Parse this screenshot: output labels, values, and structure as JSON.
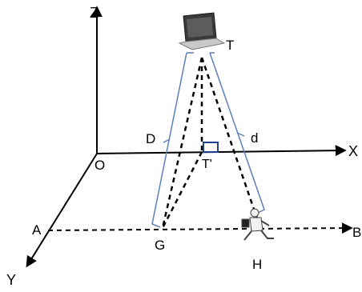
{
  "labels": {
    "z": "Z",
    "x": "X",
    "y": "Y",
    "o": "O",
    "t": "T",
    "t_prime": "T'",
    "d_upper": "D",
    "d_lower": "d",
    "a": "A",
    "g": "G",
    "h": "H",
    "b": "B"
  },
  "colors": {
    "axis": "#000000",
    "brace": "#5b7fb8",
    "right_angle_marker": "#1f3f8f",
    "laptop_screen": "#3a3a3a",
    "laptop_body": "#c9c9c9"
  },
  "icons": {
    "transmitter": "laptop-icon",
    "receiver": "person-icon"
  }
}
